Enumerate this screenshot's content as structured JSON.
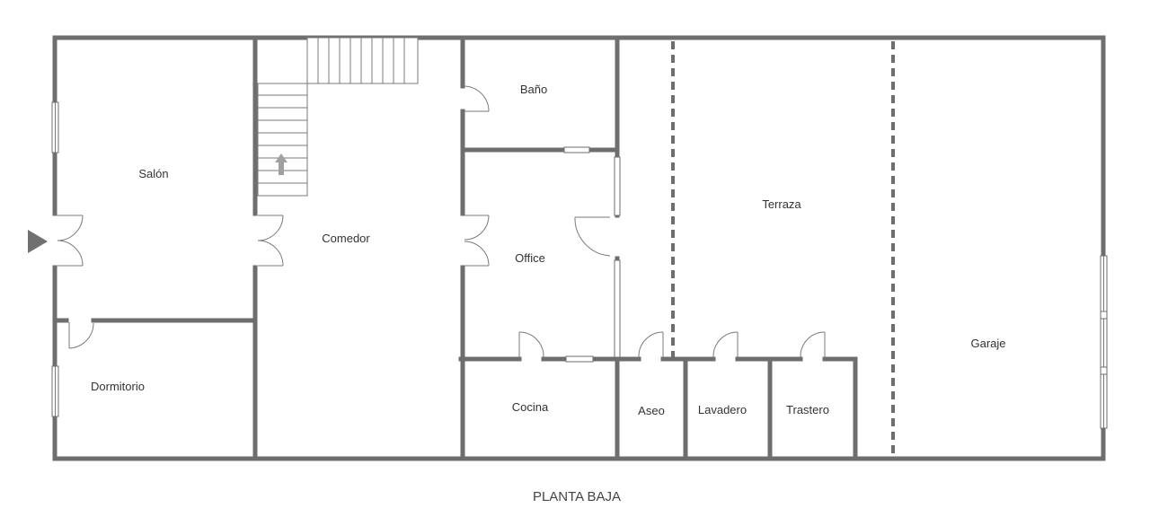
{
  "plan": {
    "title": "PLANTA BAJA",
    "rooms": {
      "salon": "Salón",
      "comedor": "Comedor",
      "bano": "Baño",
      "office": "Office",
      "terraza": "Terraza",
      "garaje": "Garaje",
      "dormitorio": "Dormitorio",
      "cocina": "Cocina",
      "aseo": "Aseo",
      "lavadero": "Lavadero",
      "trastero": "Trastero"
    },
    "colors": {
      "wall": "#6e6e6e",
      "label": "#333333",
      "entrance_arrow": "#707070",
      "stair_arrow": "#a0a0a0"
    }
  }
}
